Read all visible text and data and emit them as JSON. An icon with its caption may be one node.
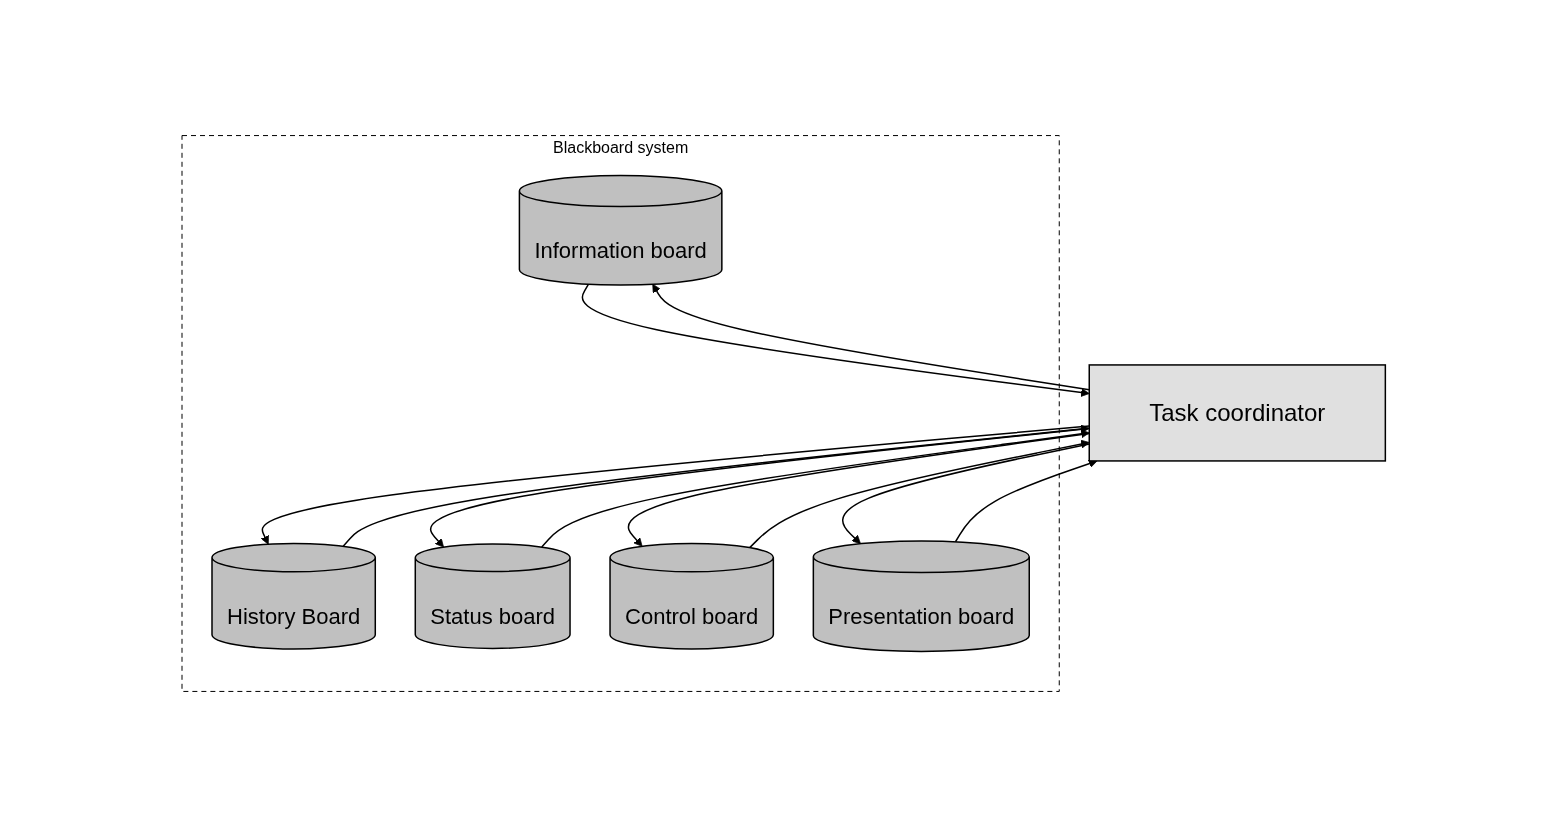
{
  "diagram": {
    "nodes": [
      {
        "text": [
          "Blackboard system"
        ]
      },
      {
        "text": [
          "Information board"
        ],
        "in": 0
      },
      {
        "text": [
          "History Board"
        ],
        "in": 0
      },
      {
        "text": [
          "Status board"
        ],
        "in": 0
      },
      {
        "text": [
          "Control board"
        ],
        "in": 0
      },
      {
        "text": [
          "Presentation board"
        ],
        "in": 0
      },
      {
        "text": [
          "Task coordinator"
        ]
      }
    ],
    "edges": [
      {
        "from": 1,
        "to": 6,
        "arrow": "to"
      },
      {
        "from": 6,
        "to": 1,
        "arrow": "to"
      },
      {
        "from": 2,
        "to": 6,
        "arrow": "to"
      },
      {
        "from": 6,
        "to": 2,
        "arrow": "to"
      },
      {
        "from": 3,
        "to": 6,
        "arrow": "to"
      },
      {
        "from": 6,
        "to": 3,
        "arrow": "to"
      },
      {
        "from": 4,
        "to": 6,
        "arrow": "to"
      },
      {
        "from": 6,
        "to": 4,
        "arrow": "to"
      },
      {
        "from": 5,
        "to": 6,
        "arrow": "to"
      },
      {
        "from": 6,
        "to": 5,
        "arrow": "to"
      }
    ]
  }
}
